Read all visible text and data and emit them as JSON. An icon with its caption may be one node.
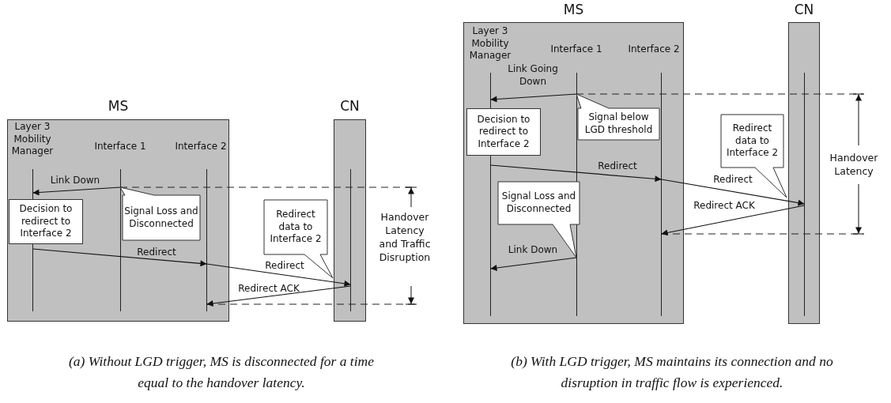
{
  "diagram": {
    "nodes": [
      {
        "text": [
          "MS"
        ]
      },
      {
        "text": [
          "Layer 3 Mobility Manager"
        ],
        "in": 0
      },
      {
        "text": [
          "Interface 1"
        ],
        "in": 0
      },
      {
        "text": [
          "Interface 2"
        ],
        "in": 0
      },
      {
        "text": [
          "Decision to redirect to Interface 2"
        ],
        "in": 0
      },
      {
        "text": [
          "Signal Loss and Disconnected"
        ],
        "in": 0
      },
      {
        "text": [
          "CN"
        ]
      },
      {
        "text": [
          "Redirect data to Interface 2"
        ]
      },
      {
        "text": [
          "MS"
        ]
      },
      {
        "text": [
          "Layer 3 Mobility Manager"
        ],
        "in": 8
      },
      {
        "text": [
          "Interface 1"
        ],
        "in": 8
      },
      {
        "text": [
          "Interface 2"
        ],
        "in": 8
      },
      {
        "text": [
          "Decision to redirect to Interface 2"
        ],
        "in": 8
      },
      {
        "text": [
          "Signal below LGD threshold"
        ],
        "in": 8
      },
      {
        "text": [
          "Signal Loss and Disconnected"
        ],
        "in": 8
      },
      {
        "text": [
          "CN"
        ]
      },
      {
        "text": [
          "Redirect data to Interface 2"
        ]
      }
    ],
    "edges": [
      {
        "from": 2,
        "to": 1,
        "arrow": "to",
        "label": "Link Down"
      },
      {
        "from": 1,
        "to": 3,
        "arrow": "to",
        "label": "Redirect"
      },
      {
        "from": 3,
        "to": 6,
        "arrow": "to",
        "label": "Redirect"
      },
      {
        "from": 6,
        "to": 3,
        "arrow": "to",
        "label": "Redirect ACK"
      },
      {
        "from": 10,
        "to": 9,
        "arrow": "to",
        "label": "Link Going Down"
      },
      {
        "from": 9,
        "to": 11,
        "arrow": "to",
        "label": "Redirect"
      },
      {
        "from": 11,
        "to": 15,
        "arrow": "to",
        "label": "Redirect"
      },
      {
        "from": 15,
        "to": 11,
        "arrow": "to",
        "label": "Redirect ACK"
      },
      {
        "from": 10,
        "to": 9,
        "arrow": "to",
        "label": "Link Down"
      }
    ],
    "labels": [
      "Handover Latency and Traffic Disruption",
      "(a) Without LGD trigger, MS is disconnected for a time equal to the handover latency.",
      "Handover Latency",
      "(b) With LGD trigger, MS maintains its connection and no disruption in traffic flow is experienced."
    ]
  }
}
